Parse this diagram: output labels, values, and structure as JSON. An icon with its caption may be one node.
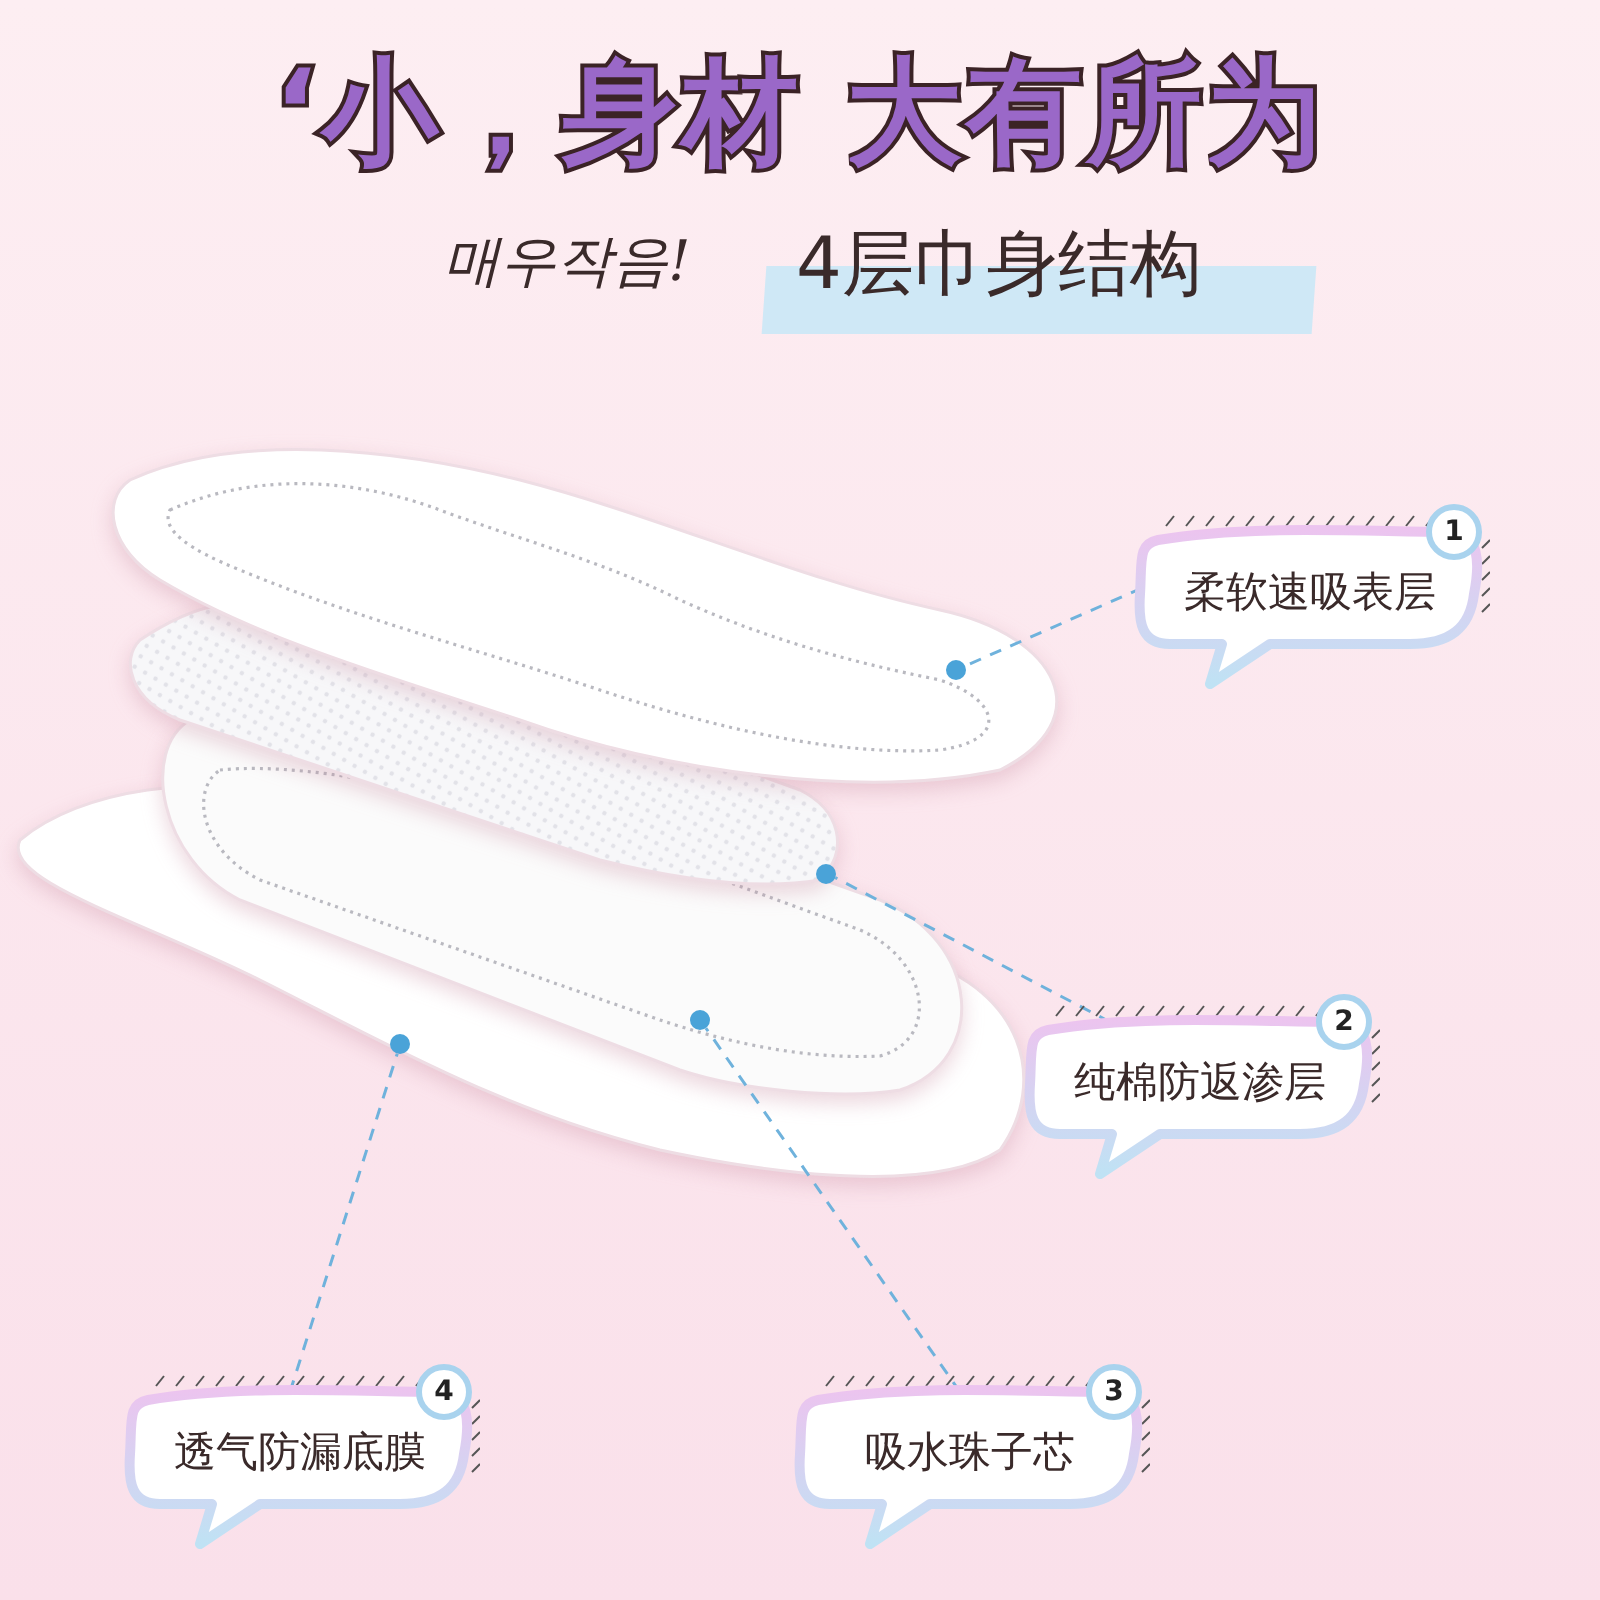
{
  "diagram": {
    "title": "‘小，身材 大有所为",
    "nodes": [
      {
        "text": [],
        "shape": "circle"
      },
      {
        "text": [],
        "shape": "circle"
      },
      {
        "text": [],
        "shape": "circle"
      },
      {
        "text": [],
        "shape": "circle"
      },
      {
        "text": [
          "1",
          "柔软速吸表层"
        ]
      },
      {
        "text": [
          "2",
          "纯棉防返渗层"
        ]
      },
      {
        "text": [
          "4",
          "透气防漏底膜"
        ]
      },
      {
        "text": [
          "3",
          "吸水珠子芯"
        ]
      }
    ],
    "edges": [
      {
        "from": 4,
        "to": 0,
        "arrow": "none",
        "style": "dashed"
      },
      {
        "from": 5,
        "to": 1,
        "arrow": "none",
        "style": "dashed"
      },
      {
        "from": 6,
        "to": 3,
        "arrow": "none",
        "style": "dashed"
      },
      {
        "from": 7,
        "to": 2,
        "arrow": "none",
        "style": "dashed"
      }
    ],
    "labels": [
      "매우작음!",
      "4层巾身结构"
    ]
  }
}
